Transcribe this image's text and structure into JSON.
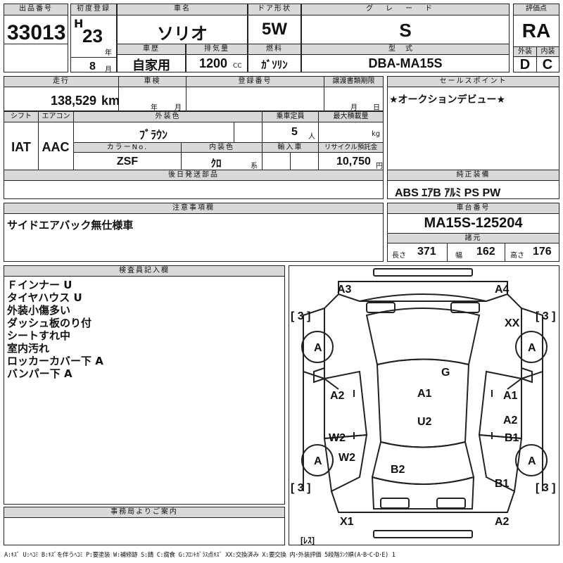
{
  "lot": {
    "label": "出品番号",
    "value": "33013"
  },
  "first_reg": {
    "label": "初度登録",
    "era": "H",
    "year": "23",
    "year_unit": "年",
    "month": "8",
    "month_unit": "月"
  },
  "car_name": {
    "label": "車名",
    "value": "ソリオ"
  },
  "door": {
    "label": "ドア形状",
    "value": "5W"
  },
  "grade": {
    "label": "グレード",
    "value": "S"
  },
  "score": {
    "label": "評価点",
    "value": "RA"
  },
  "history": {
    "label": "車歴",
    "value": "自家用"
  },
  "displacement": {
    "label": "排気量",
    "value": "1200",
    "unit": "CC"
  },
  "fuel": {
    "label": "燃料",
    "value": "ｶﾞｿﾘﾝ"
  },
  "model_code": {
    "label": "型式",
    "value": "DBA-MA15S"
  },
  "exterior_grade": {
    "label": "外装",
    "value": "D"
  },
  "interior_grade": {
    "label": "内装",
    "value": "C"
  },
  "mileage": {
    "label": "走行",
    "value": "138,529",
    "unit": "km"
  },
  "inspection": {
    "label": "車検",
    "year_unit": "年",
    "month_unit": "月"
  },
  "registration": {
    "label": "登録番号"
  },
  "transfer_deadline": {
    "label": "譲渡書類期限",
    "month_unit": "月",
    "day_unit": "日"
  },
  "sales_point": {
    "label": "セールスポイント",
    "value": "★オークションデビュー★"
  },
  "shift": {
    "label": "シフト",
    "value": "IAT"
  },
  "aircon": {
    "label": "エアコン",
    "value": "AAC"
  },
  "ext_color": {
    "label": "外装色",
    "value": "ﾌﾞﾗｳﾝ"
  },
  "capacity": {
    "label": "乗車定員",
    "value": "5",
    "unit": "人"
  },
  "max_load": {
    "label": "最大積載量",
    "unit": "kg"
  },
  "color_no": {
    "label": "カラーNo.",
    "value": "ZSF"
  },
  "int_color": {
    "label": "内装色",
    "value": "ｸﾛ",
    "unit": "系"
  },
  "import": {
    "label": "輸入車"
  },
  "recycle": {
    "label": "リサイクル預託金",
    "value": "10,750",
    "unit": "円"
  },
  "later_parts": {
    "label": "後日発送部品"
  },
  "equipment": {
    "label": "純正装備",
    "value": "ABS ｴｱB ｱﾙﾐ PS PW"
  },
  "notes": {
    "label": "注意事項欄",
    "value": "サイドエアバック無仕様車"
  },
  "chassis": {
    "label": "車台番号",
    "value": "MA15S-125204"
  },
  "dimensions": {
    "label": "諸元",
    "length_label": "長さ",
    "length": "371",
    "width_label": "幅",
    "width": "162",
    "height_label": "高さ",
    "height": "176"
  },
  "inspector": {
    "label": "検査員記入欄",
    "lines": [
      "Ｆインナー U",
      "タイヤハウス U",
      "外装小傷多い",
      "ダッシュ板のり付",
      "シートすれ中",
      "室内汚れ",
      "ロッカーカバー下 A",
      "バンパー下 A"
    ]
  },
  "office": {
    "label": "事務局よりご案内"
  },
  "legend": "A:ｷｽﾞ U:ﾍｺﾐ B:ｷｽﾞを伴うﾍｺﾐ P:要塗装 W:補修跡 S:錆 C:腐食 G:ﾌﾛﾝﾄｶﾞﾗｽ点ｷｽﾞ XX:交換済み X:要交換 内･外装評価 5段階ﾗﾝｸ順(A･B･C･D･E) 1",
  "diagram": {
    "marks": [
      "A3",
      "A4",
      "[ 3 ]",
      "[ 3 ]",
      "XX",
      "A",
      "A",
      "G",
      "A2",
      "A1",
      "A1",
      "U2",
      "A2",
      "W2",
      "B1",
      "W2",
      "A",
      "A",
      "B2",
      "B1",
      "[ 3 ]",
      "[ 3 ]",
      "X1",
      "A2",
      "[ﾚｽ]"
    ]
  }
}
